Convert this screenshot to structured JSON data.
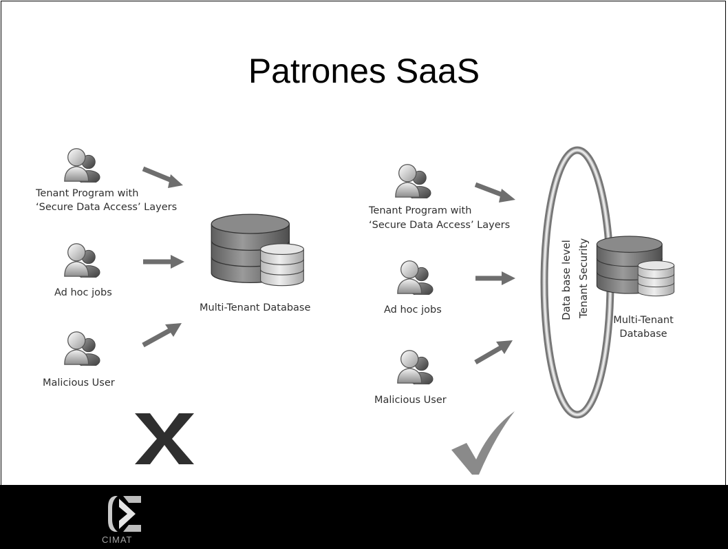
{
  "slide": {
    "title": "Patrones SaaS"
  },
  "left_diagram": {
    "users": [
      {
        "label_line1": "Tenant Program with",
        "label_line2": "‘Secure Data Access’ Layers"
      },
      {
        "label_line1": "Ad hoc jobs",
        "label_line2": ""
      },
      {
        "label_line1": "Malicious User",
        "label_line2": ""
      }
    ],
    "database_label": "Multi-Tenant Database",
    "verdict_icon": "x-mark-icon"
  },
  "right_diagram": {
    "users": [
      {
        "label_line1": "Tenant Program with",
        "label_line2": "‘Secure Data Access’ Layers"
      },
      {
        "label_line1": "Ad hoc jobs",
        "label_line2": ""
      },
      {
        "label_line1": "Malicious User",
        "label_line2": ""
      }
    ],
    "security_line1": "Data base level",
    "security_line2": "Tenant  Security",
    "database_label_line1": "Multi-Tenant",
    "database_label_line2": "Database",
    "verdict_icon": "checkmark-icon"
  },
  "footer": {
    "logo_text": "CIMAT"
  },
  "colors": {
    "arrow": "#6e6e6e",
    "footer": "#000000",
    "db_body": "#7a7a7a",
    "db_small": "#cfcfcf"
  }
}
